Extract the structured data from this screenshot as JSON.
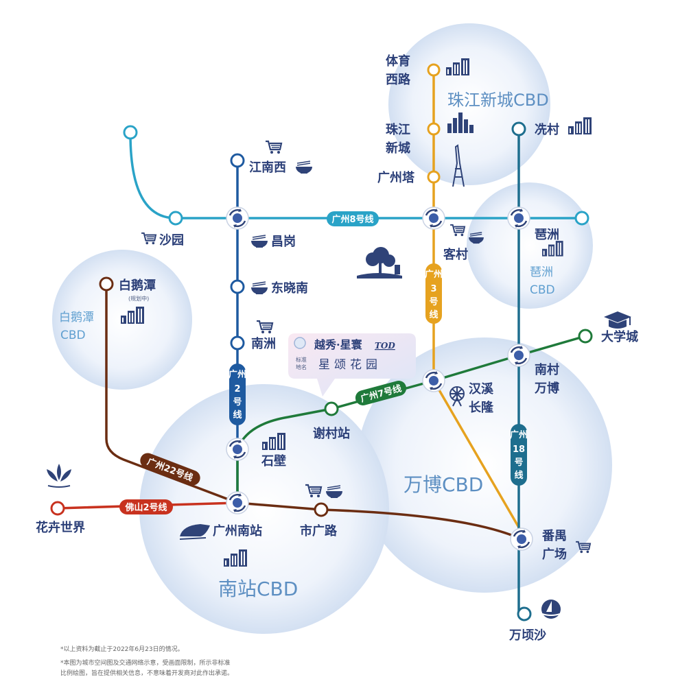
{
  "colors": {
    "line2": "#1e5aa0",
    "line3": "#e6a21f",
    "line7": "#1f7a3a",
    "line8": "#2aa3c7",
    "line18": "#1e6e8e",
    "line22": "#6b2d12",
    "foshan2": "#c8321f",
    "station_text": "#2b3f78",
    "highlight": "#b3112d"
  },
  "lines": {
    "line8": "广州8号线",
    "line2": [
      "广州",
      "2",
      "号",
      "线"
    ],
    "line3": [
      "广州",
      "3",
      "号",
      "线"
    ],
    "line7": "广州7号线",
    "line18": [
      "广州",
      "18",
      "号",
      "线"
    ],
    "line22": "广州22号线",
    "foshan2": "佛山2号线"
  },
  "stations": {
    "tiyu": [
      "体育",
      "西路"
    ],
    "zhujiang": [
      "珠江",
      "新城"
    ],
    "guangzhouta": "广州塔",
    "xiancun": "冼村",
    "jiangnanxi": "江南西",
    "shayuan": "沙园",
    "changgang": "昌岗",
    "kecun": "客村",
    "pazhou": "琶洲",
    "dongxiaonan": "东晓南",
    "baietan": "白鹅潭",
    "baietan_note": "(规划中)",
    "nanzhou": "南洲",
    "daxuecheng": "大学城",
    "nancun": [
      "南村",
      "万博"
    ],
    "hanxi": [
      "汉溪",
      "长隆"
    ],
    "xiecun": "谢村站",
    "shibi": "石壁",
    "huahui": "花卉世界",
    "guangzhounan": "广州南站",
    "shiguanglu": "市广路",
    "panyu": [
      "番禺",
      "广场"
    ],
    "wanqingsha": "万顷沙"
  },
  "cbds": {
    "zhujiang": "珠江新城CBD",
    "pazhou": [
      "琶洲",
      "CBD"
    ],
    "baietan": [
      "白鹅潭",
      "CBD"
    ],
    "wanbo": "万博CBD",
    "nanzhan": "南站CBD"
  },
  "project": {
    "brand": "越秀·星寰",
    "tod": "TOD",
    "tag": [
      "标准",
      "地名"
    ],
    "name": "星颂花园"
  },
  "notes": [
    "*以上资料为截止于2022年6月23日的情况。",
    "*本图为城市空间图及交通网络示意，受画面限制，所示非标准",
    "比例绘图，旨在提供相关信息，不意味着开发商对此作出承诺。"
  ],
  "icons": [
    "shopping-cart-icon",
    "noodle-bowl-icon",
    "buildings-icon",
    "canton-tower-icon",
    "tree-icon",
    "graduation-cap-icon",
    "ferris-wheel-icon",
    "lotus-icon",
    "high-speed-train-icon",
    "sailboat-icon",
    "interchange-icon"
  ]
}
